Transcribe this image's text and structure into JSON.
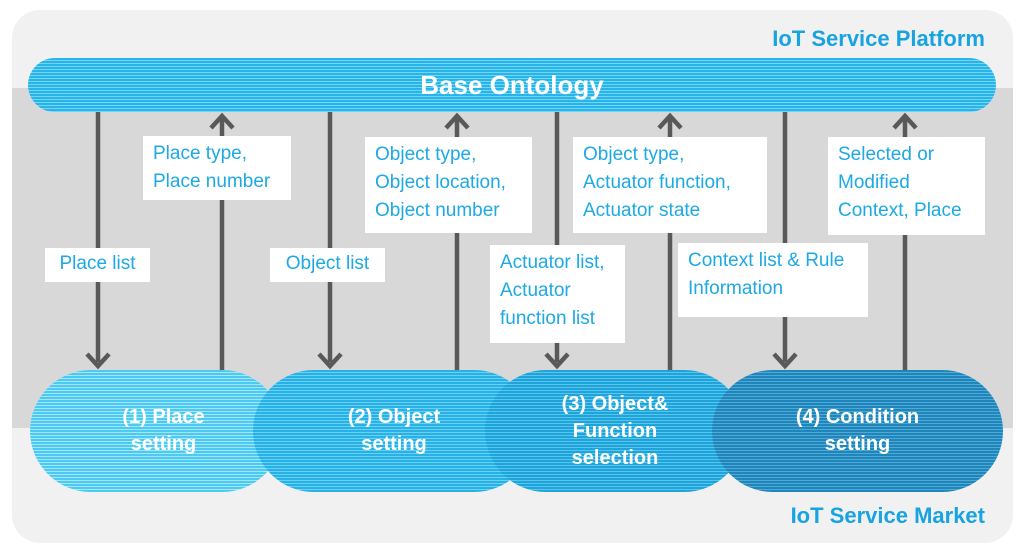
{
  "platform": {
    "title": "IoT Service Platform"
  },
  "market": {
    "title": "IoT Service Market"
  },
  "ontology": {
    "label": "Base Ontology"
  },
  "flows": [
    {
      "to_ontology": "Place type,\nPlace number",
      "from_ontology": "Place list"
    },
    {
      "to_ontology": "Object type,\nObject location,\nObject number",
      "from_ontology": "Object list"
    },
    {
      "to_ontology": "Object type,\nActuator function,\nActuator state",
      "from_ontology": "Actuator list,\nActuator\nfunction list"
    },
    {
      "to_ontology": "Selected or\nModified\nContext, Place",
      "from_ontology": "Context list & Rule\nInformation"
    }
  ],
  "steps": [
    {
      "label": "(1) Place\nsetting",
      "color": "#4dcaf2"
    },
    {
      "label": "(2) Object\nsetting",
      "color": "#28b0e7"
    },
    {
      "label": "(3) Object&\nFunction\nselection",
      "color": "#1ea3da"
    },
    {
      "label": "(4) Condition\nsetting",
      "color": "#1e86bc"
    }
  ],
  "colors": {
    "accent_text": "#18a3e1",
    "label_text": "#1da9e4",
    "arrow": "#595959",
    "ontology_bar_base": "#29b3e9",
    "ontology_bar_stripe": "#6ed7f6",
    "frame_background": "#f1f1f1",
    "band_background": "#d8d8d8",
    "label_background": "#ffffff",
    "step_text": "#ffffff"
  }
}
